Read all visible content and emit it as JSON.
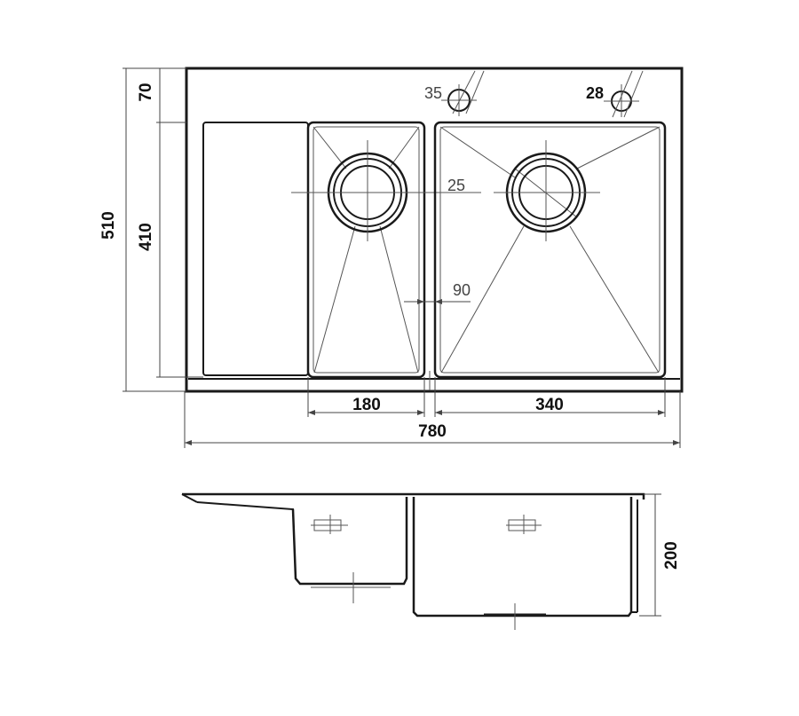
{
  "dimensions": {
    "total_width": "780",
    "total_depth": "510",
    "front_margin": "70",
    "bowl_depth": "410",
    "small_bowl_width": "180",
    "large_bowl_width": "340",
    "divider_width": "90",
    "drain_offset": "25",
    "faucet_hole_1": "35",
    "faucet_hole_2": "28",
    "bowl_height": "200"
  },
  "colors": {
    "line": "#1a1a1a",
    "thin_line": "#555555"
  }
}
